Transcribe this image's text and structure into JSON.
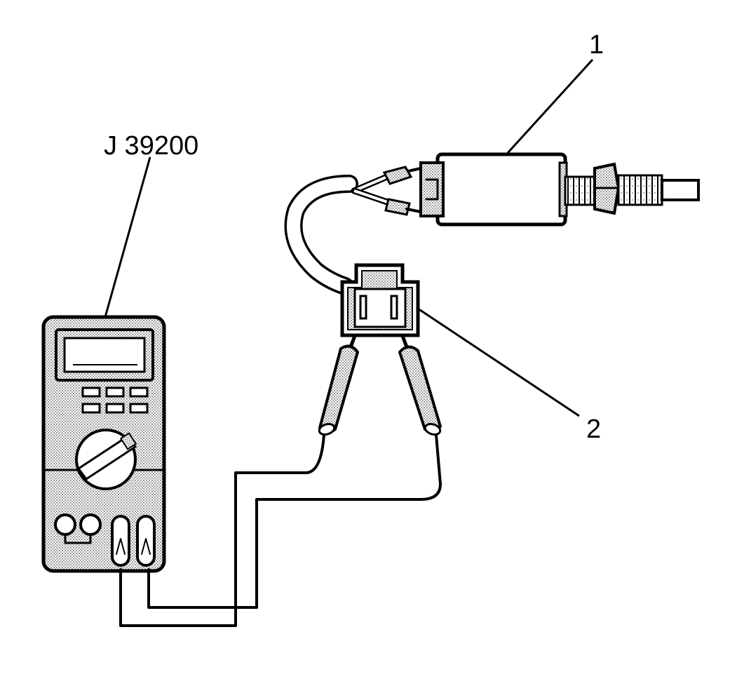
{
  "labels": {
    "tool": "J 39200",
    "callout_1": "1",
    "callout_2": "2"
  },
  "colors": {
    "ink": "#000000",
    "paper": "#ffffff",
    "stipple": "#d9d9d9"
  }
}
